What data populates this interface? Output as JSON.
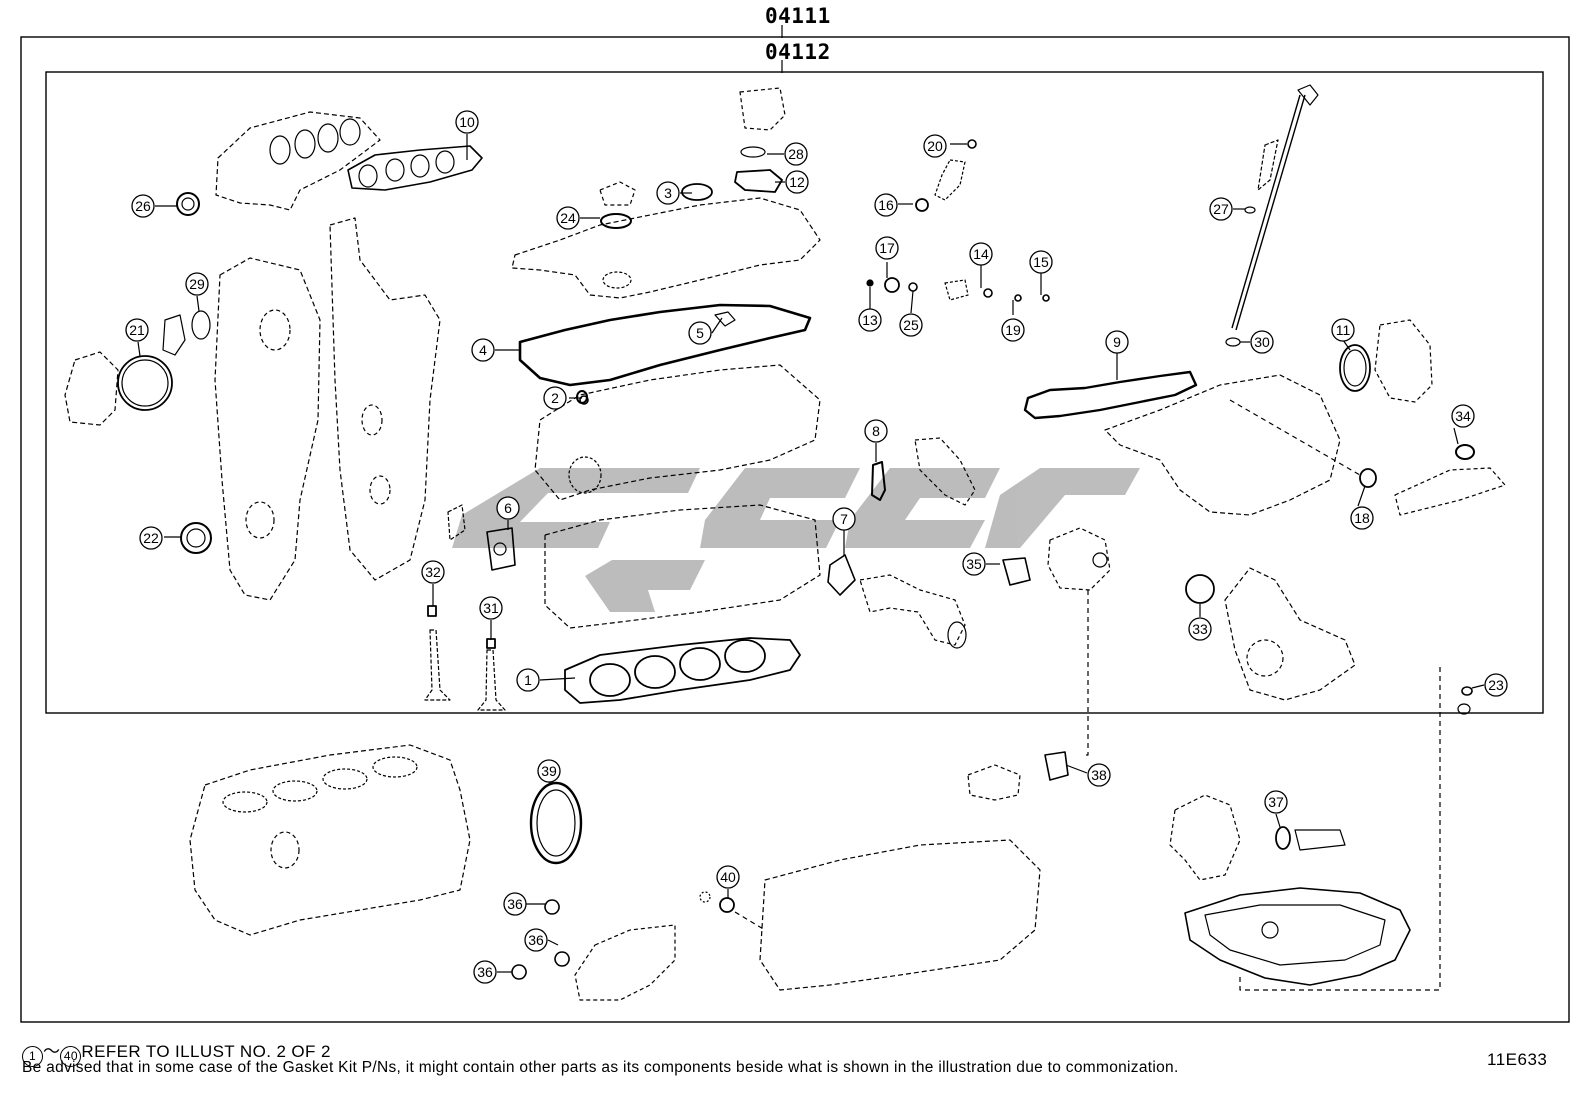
{
  "kit_codes": {
    "outer": "04111",
    "inner": "04112"
  },
  "footer": {
    "range_start": "1",
    "range_end": "40",
    "range_separator": "～",
    "refer_text": "REFER TO ILLUST NO. 2 OF 2",
    "note": "Be advised that in some case of the Gasket Kit P/Ns,  it might contain other parts as its components beside what is shown in the illustration due to commonization.",
    "illustration_id": "11E633"
  },
  "watermark_color": "#b9b9b9",
  "callouts": [
    "1",
    "2",
    "3",
    "4",
    "5",
    "6",
    "7",
    "8",
    "9",
    "10",
    "11",
    "12",
    "13",
    "14",
    "15",
    "16",
    "17",
    "18",
    "19",
    "20",
    "21",
    "22",
    "23",
    "24",
    "25",
    "26",
    "27",
    "28",
    "29",
    "30",
    "31",
    "32",
    "33",
    "34",
    "35",
    "36",
    "36",
    "36",
    "37",
    "38",
    "39",
    "40"
  ]
}
